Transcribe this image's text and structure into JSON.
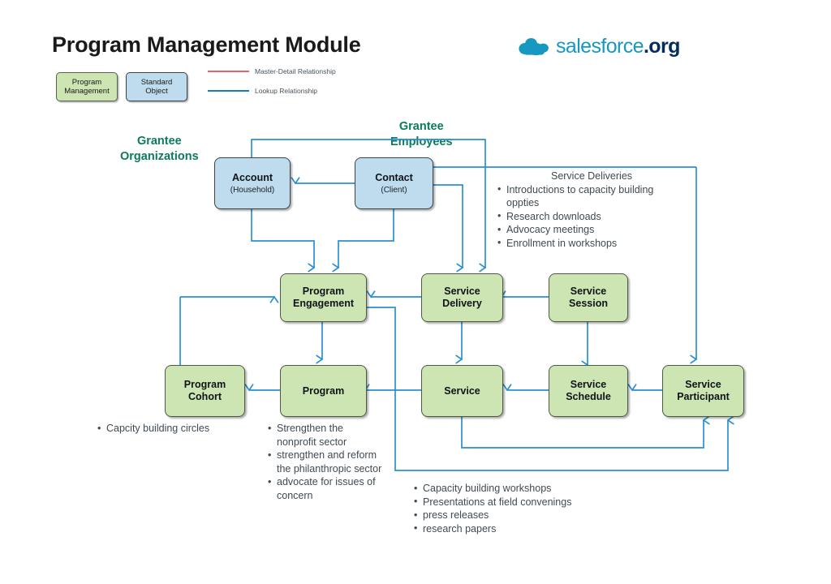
{
  "page": {
    "title": "Program Management Module"
  },
  "legend": {
    "program_management_label": "Program\nManagement",
    "program_management_line1": "Program",
    "program_management_line2": "Management",
    "standard_object_line1": "Standard",
    "standard_object_line2": "Object",
    "master_detail_label": "Master-Detail Relationship",
    "lookup_label": "Lookup Relationship",
    "master_detail_color": "#e8616d",
    "lookup_color": "#0f7ac7",
    "program_management_fill": "#cce5b2",
    "standard_object_fill": "#bfdcee"
  },
  "logo": {
    "brand": "salesforce",
    "suffix": ".org",
    "icon": "salesforce-cloud-icon",
    "brand_color": "#1798c1",
    "suffix_color": "#032d60"
  },
  "group_labels": {
    "grantee_organizations_line1": "Grantee",
    "grantee_organizations_line2": "Organizations",
    "grantee_employees_line1": "Grantee",
    "grantee_employees_line2": "Employees",
    "color": "#0b7a5e"
  },
  "nodes": {
    "account": {
      "title": "Account",
      "subtitle": "(Household)",
      "type": "standard"
    },
    "contact": {
      "title": "Contact",
      "subtitle": "(Client)",
      "type": "standard"
    },
    "program_engagement": {
      "title_line1": "Program",
      "title_line2": "Engagement",
      "type": "program-management"
    },
    "service_delivery": {
      "title_line1": "Service",
      "title_line2": "Delivery",
      "type": "program-management"
    },
    "service_session": {
      "title_line1": "Service",
      "title_line2": "Session",
      "type": "program-management"
    },
    "program_cohort": {
      "title_line1": "Program",
      "title_line2": "Cohort",
      "type": "program-management"
    },
    "program": {
      "title_line1": "Program",
      "title_line2": "",
      "type": "program-management"
    },
    "service": {
      "title_line1": "Service",
      "title_line2": "",
      "type": "program-management"
    },
    "service_schedule": {
      "title_line1": "Service",
      "title_line2": "Schedule",
      "type": "program-management"
    },
    "service_participant": {
      "title_line1": "Service",
      "title_line2": "Participant",
      "type": "program-management"
    }
  },
  "annotations": {
    "service_deliveries": {
      "heading": "Service Deliveries",
      "items": [
        "Introductions to capacity building oppties",
        "Research downloads",
        "Advocacy meetings",
        "Enrollment in workshops"
      ]
    },
    "program_cohort": {
      "items": [
        "Capcity building circles"
      ]
    },
    "program": {
      "items": [
        "Strengthen the nonprofit sector",
        "strengthen and reform the philanthropic sector",
        "advocate for issues of concern"
      ]
    },
    "service": {
      "items": [
        "Capacity building workshops",
        "Presentations at field convenings",
        "press releases",
        "research papers"
      ]
    }
  }
}
